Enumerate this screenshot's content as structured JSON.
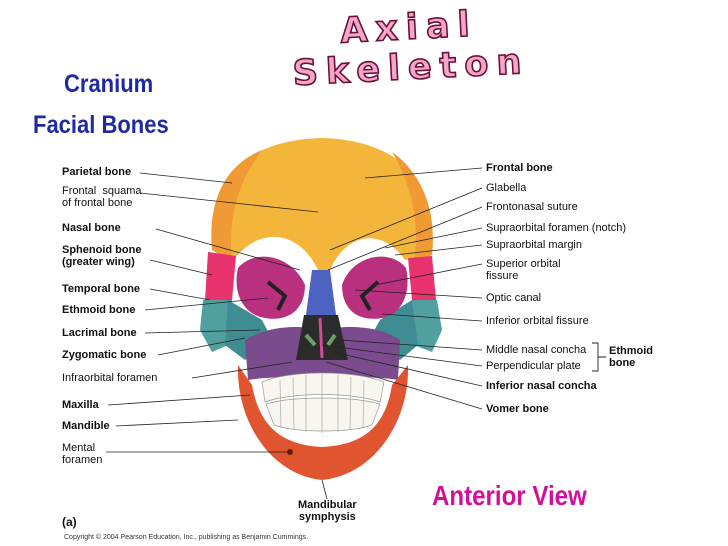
{
  "title": "Axial Skeleton",
  "headings": {
    "cranium": "Cranium",
    "facial_bones": "Facial Bones"
  },
  "view_label": "Anterior View",
  "part_label": "(a)",
  "copyright": "Copyright © 2004 Pearson Education, Inc., publishing as Benjamin Cummings.",
  "left_labels": [
    {
      "text": "Parietal bone",
      "bold": true
    },
    {
      "text": "Frontal  squama\nof frontal bone",
      "bold": false
    },
    {
      "text": "Nasal bone",
      "bold": true
    },
    {
      "text": "Sphenoid bone\n(greater wing)",
      "bold": true
    },
    {
      "text": "Temporal bone",
      "bold": true
    },
    {
      "text": "Ethmoid bone",
      "bold": true
    },
    {
      "text": "Lacrimal bone",
      "bold": true
    },
    {
      "text": "Zygomatic bone",
      "bold": true
    },
    {
      "text": "Infraorbital foramen",
      "bold": false
    },
    {
      "text": "Maxilla",
      "bold": true
    },
    {
      "text": "Mandible",
      "bold": true
    },
    {
      "text": "Mental\nforamen",
      "bold": false
    }
  ],
  "right_labels": [
    {
      "text": "Frontal bone",
      "bold": true
    },
    {
      "text": "Glabella",
      "bold": false
    },
    {
      "text": "Frontonasal suture",
      "bold": false
    },
    {
      "text": "Supraorbital foramen (notch)",
      "bold": false
    },
    {
      "text": "Supraorbital margin",
      "bold": false
    },
    {
      "text": "Superior orbital\nfissure",
      "bold": false
    },
    {
      "text": "Optic canal",
      "bold": false
    },
    {
      "text": "Inferior orbital fissure",
      "bold": false
    },
    {
      "text": "Middle nasal concha",
      "bold": false
    },
    {
      "text": "Perpendicular plate",
      "bold": false
    },
    {
      "text": "Inferior nasal concha",
      "bold": true
    },
    {
      "text": "Vomer bone",
      "bold": true
    }
  ],
  "bracket_label": "Ethmoid\nbone",
  "bottom_label": "Mandibular\nsymphysis",
  "colors": {
    "frontal": "#f4b63a",
    "parietal": "#f0a13a",
    "sphenoid": "#e8336e",
    "temporal": "#4fa09e",
    "zygomatic": "#3f8c93",
    "maxilla": "#7a4c8e",
    "mandible": "#e0542f",
    "nasal": "#4d63c2",
    "orbit": "#b8307e"
  }
}
